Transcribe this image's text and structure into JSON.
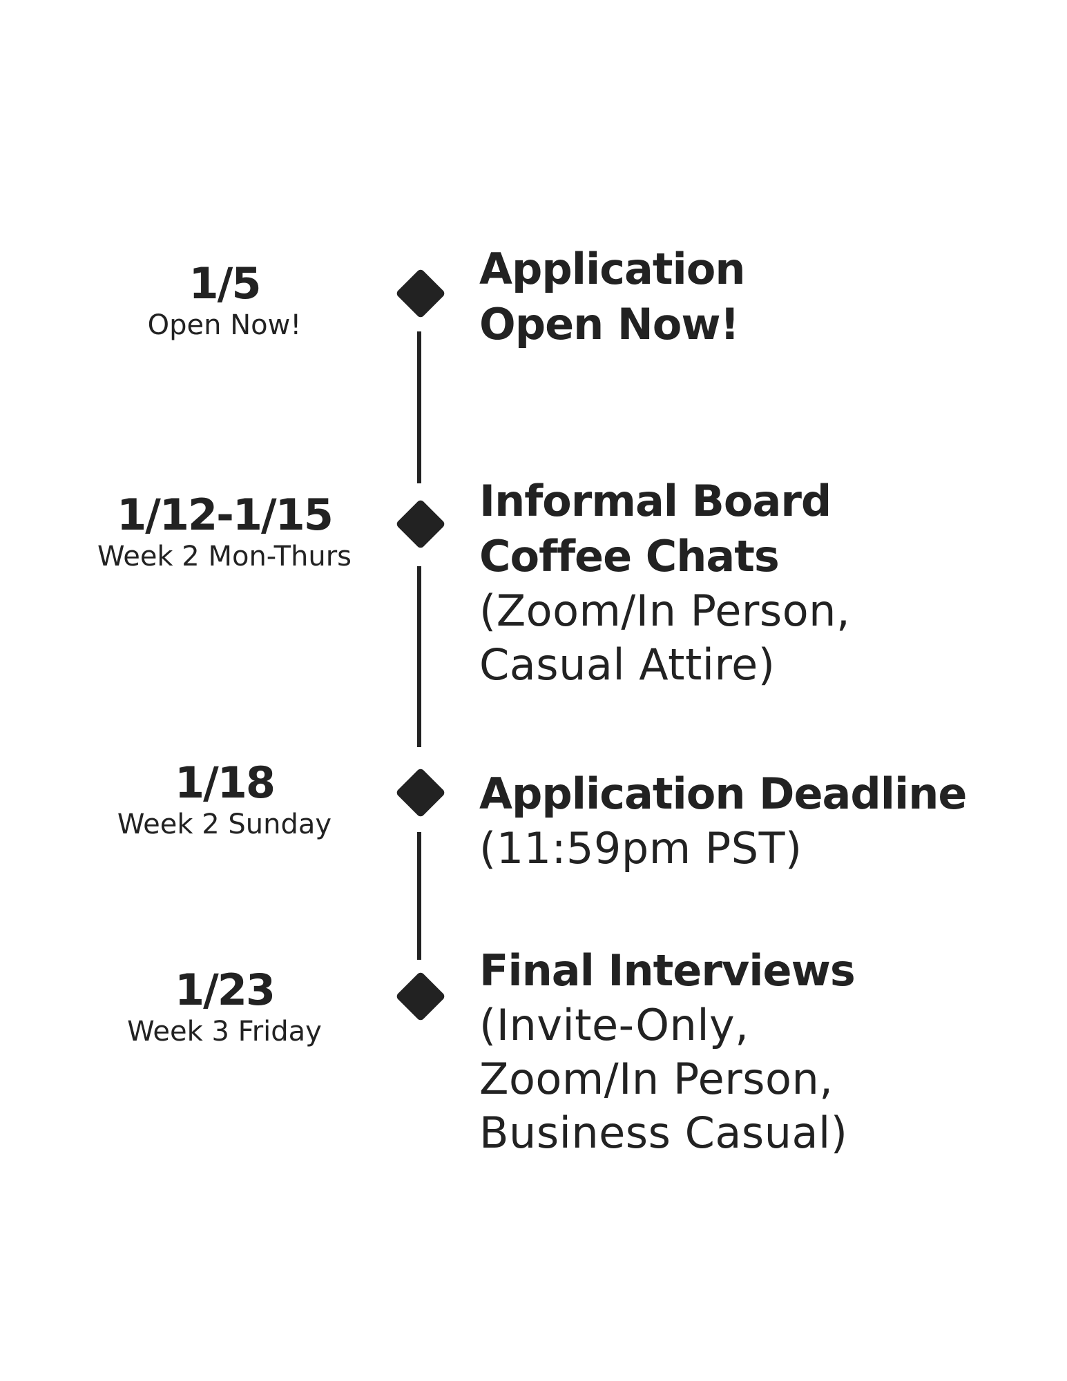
{
  "colors": {
    "background": "#ffffff",
    "ink": "#222222"
  },
  "milestones": [
    {
      "date": "1/5",
      "date_note": "Open Now!",
      "title_lines": [
        "Application",
        "Open Now!"
      ],
      "detail_lines": []
    },
    {
      "date": "1/12-1/15",
      "date_note": "Week 2 Mon-Thurs",
      "title_lines": [
        "Informal Board",
        "Coffee Chats"
      ],
      "detail_lines": [
        "(Zoom/In Person,",
        "Casual Attire)"
      ]
    },
    {
      "date": "1/18",
      "date_note": "Week 2 Sunday",
      "title_lines": [
        "Application Deadline"
      ],
      "detail_lines": [
        "(11:59pm PST)"
      ]
    },
    {
      "date": "1/23",
      "date_note": "Week 3 Friday",
      "title_lines": [
        "Final Interviews"
      ],
      "detail_lines": [
        "(Invite-Only,",
        "Zoom/In Person,",
        "Business Casual)"
      ]
    }
  ]
}
